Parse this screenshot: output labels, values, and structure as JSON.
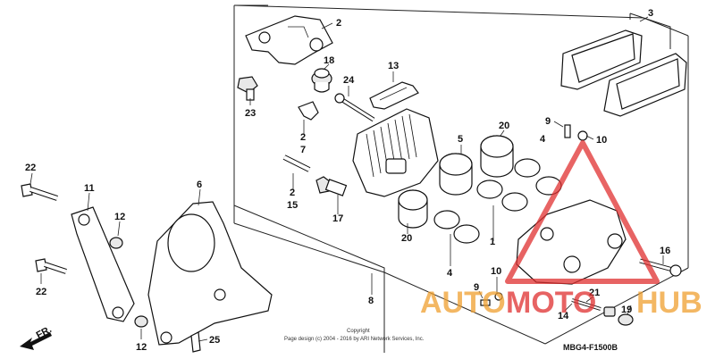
{
  "diagram": {
    "code": "MBG4-F1500B",
    "direction_label": "FR.",
    "copyright_line1": "Copyright",
    "copyright_line2": "Page design (c) 2004 - 2016 by ARI Network Services, Inc.",
    "callouts": {
      "p2_top": "2",
      "p3": "3",
      "p18": "18",
      "p24": "24",
      "p13": "13",
      "p23": "23",
      "p2_mid": "2",
      "p7": "7",
      "p5": "5",
      "p20_top": "20",
      "p9_top": "9",
      "p10_top": "10",
      "p4_top": "4",
      "p22_top": "22",
      "p11": "11",
      "p6": "6",
      "p12_top": "12",
      "p2_low": "2",
      "p15": "15",
      "p17": "17",
      "p20_low": "20",
      "p1": "1",
      "p16": "16",
      "p4_low": "4",
      "p22_low": "22",
      "p8": "8",
      "p10_low": "10",
      "p9_low": "9",
      "p21": "21",
      "p14": "14",
      "p19": "19",
      "p12_low": "12",
      "p25": "25"
    }
  },
  "watermark": {
    "text_auto": "AUTO",
    "text_moto": "MOTO",
    "text_hub": "HUB",
    "color_orange": "#f0a030",
    "color_red": "#e03030"
  }
}
